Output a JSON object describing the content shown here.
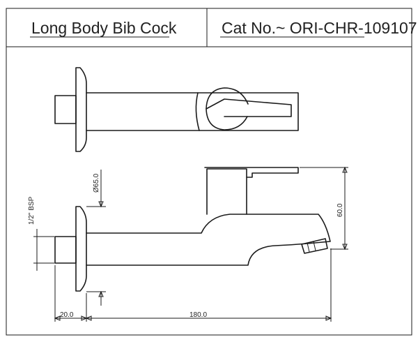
{
  "title_block": {
    "product_name": "Long Body Bib Cock",
    "catalog_number": "Cat No.~ ORI-CHR-109107"
  },
  "dimensions": {
    "flange_diameter": "Ø65.0",
    "thread_size": "1/2\" BSP",
    "height": "60.0",
    "thread_length": "20.0",
    "body_length": "180.0"
  }
}
